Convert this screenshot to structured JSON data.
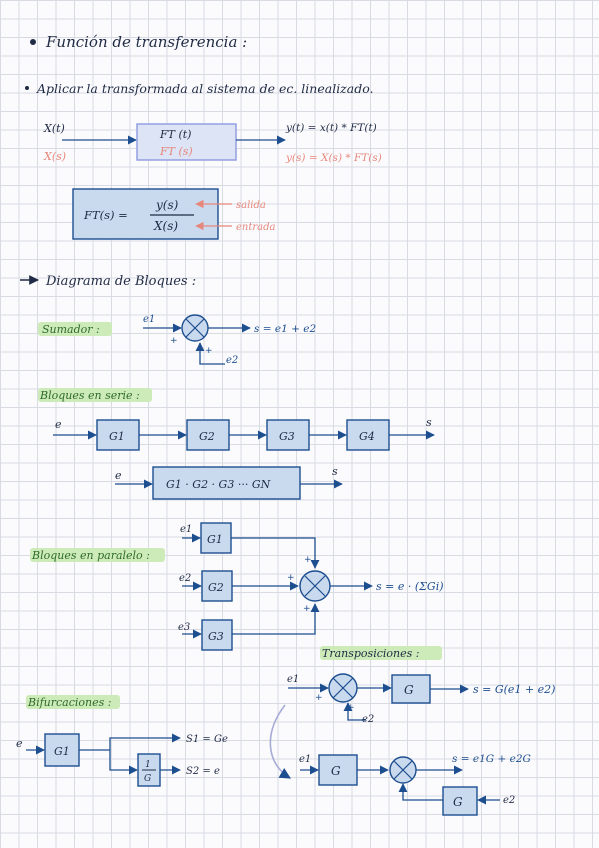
{
  "title": "Función de transferencia :",
  "intro": "Aplicar la transformada al sistema de ec. linealizado.",
  "ft_block": {
    "in_time": "X(t)",
    "in_s": "X(s)",
    "box_time": "FT (t)",
    "box_s": "FT (s)",
    "out_time": "y(t) = x(t) * FT(t)",
    "out_s": "y(s) = X(s) * FT(s)"
  },
  "ft_formula": {
    "lhs": "FT(s) =",
    "num": "y(s)",
    "den": "X(s)",
    "num_note": "salida",
    "den_note": "entrada"
  },
  "block_diagrams_title": "Diagrama de Bloques :",
  "adder": {
    "label": "Sumador :",
    "in1": "e1",
    "in2": "e2",
    "out": "s = e1 + e2",
    "sign1": "+",
    "sign2": "+"
  },
  "series": {
    "label": "Bloques en serie :",
    "input": "e",
    "output": "s",
    "blocks": [
      "G1",
      "G2",
      "G3",
      "G4"
    ],
    "combined_input": "e",
    "combined_output": "s",
    "combined": "G1 · G2 · G3 ··· GN"
  },
  "parallel": {
    "label": "Bloques en paralelo :",
    "inputs": [
      "e1",
      "e2",
      "e3"
    ],
    "blocks": [
      "G1",
      "G2",
      "G3"
    ],
    "signs": [
      "+",
      "+",
      "+"
    ],
    "output": "s = e · (ΣGi)"
  },
  "transpositions": {
    "label": "Transposiciones :",
    "top": {
      "in1": "e1",
      "in2": "e2",
      "sign1": "+",
      "sign2": "+",
      "block": "G",
      "output": "s = G(e1 + e2)"
    },
    "bottom": {
      "in1": "e1",
      "in2": "e2",
      "block1": "G",
      "block2": "G",
      "output": "s = e1G + e2G"
    }
  },
  "bifurcations": {
    "label": "Bifurcaciones :",
    "input": "e",
    "block": "G1",
    "inv_num": "1",
    "inv_den": "G",
    "out1": "S1 = Ge",
    "out2": "S2 = e"
  },
  "colors": {
    "ink_dark": "#1f2a44",
    "ink_blue": "#1d4e8f",
    "ink_pink": "#e7877c",
    "box_fill": "#c9daee",
    "highlight_green": "#cdebb8",
    "highlight_pink": "#f6c2bb"
  }
}
